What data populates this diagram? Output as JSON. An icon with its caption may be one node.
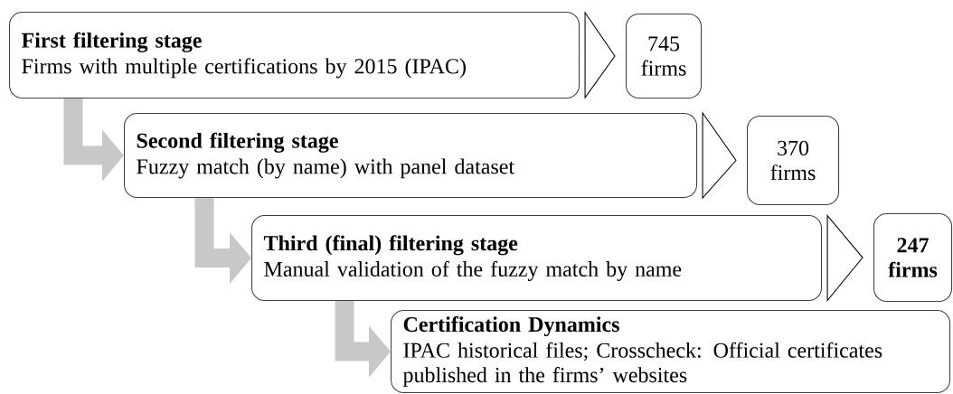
{
  "diagram": {
    "nodes": [
      {
        "text": [
          "First filtering stage",
          "Firms with multiple certifications by 2015 (IPAC)"
        ]
      },
      {
        "text": [
          "745 firms"
        ]
      },
      {
        "text": [
          "Second filtering stage",
          "Fuzzy match (by name) with panel dataset"
        ]
      },
      {
        "text": [
          "370 firms"
        ]
      },
      {
        "text": [
          "Third (final) filtering stage",
          "Manual validation of the fuzzy match by name"
        ]
      },
      {
        "text": [
          "247 firms"
        ]
      },
      {
        "text": [
          "Certification Dynamics",
          "IPAC historical files; Crosscheck: Official certificates published in the firms’ websites"
        ]
      }
    ],
    "edges": [
      {
        "from": 0,
        "to": 1,
        "arrow": "to"
      },
      {
        "from": 2,
        "to": 3,
        "arrow": "to"
      },
      {
        "from": 4,
        "to": 5,
        "arrow": "to"
      },
      {
        "from": 0,
        "to": 2,
        "arrow": "to",
        "color": "#c8c8c8"
      },
      {
        "from": 2,
        "to": 4,
        "arrow": "to",
        "color": "#c8c8c8"
      },
      {
        "from": 4,
        "to": 6,
        "arrow": "to",
        "color": "#c8c8c8"
      }
    ]
  }
}
